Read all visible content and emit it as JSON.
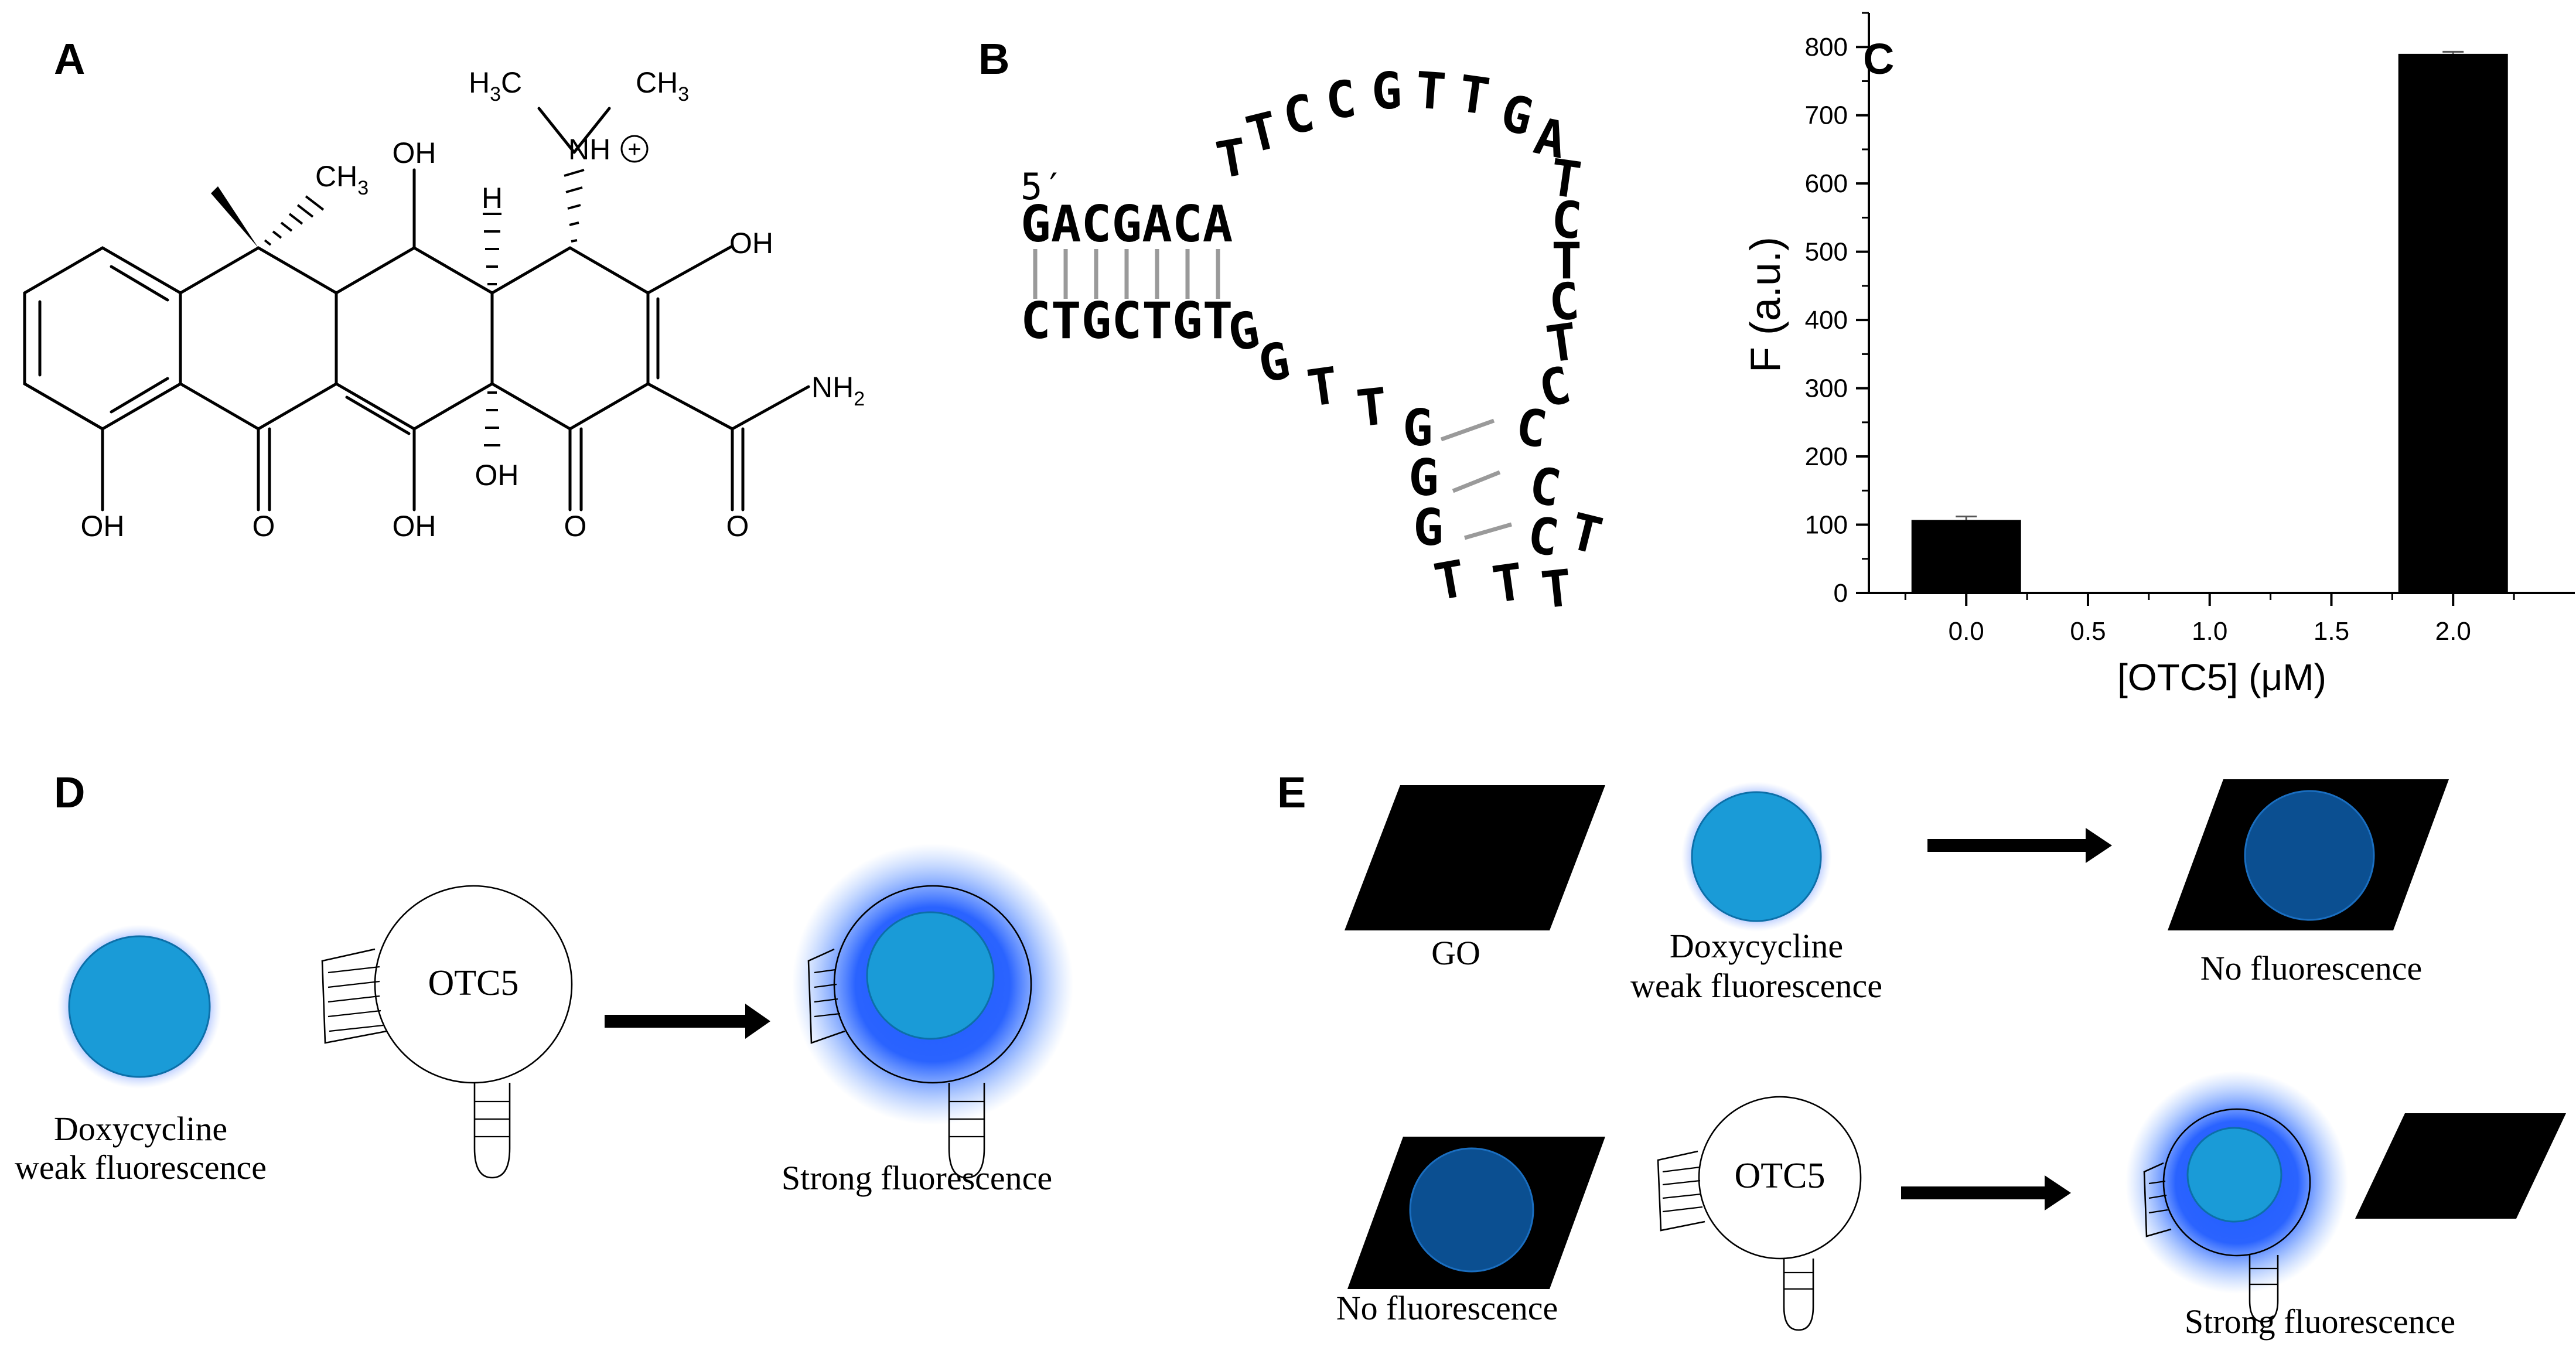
{
  "panels": {
    "a": "A",
    "b": "B",
    "c": "C",
    "d": "D",
    "e": "E"
  },
  "molecule": {
    "ch3_top_left": "H",
    "ch3_top_left_sub": "3",
    "ch3_top_left_c": "C",
    "ch3_top_right": "CH",
    "ch3_top_right_sub": "3",
    "nh": "NH",
    "plus": "+",
    "ch3_mid": "CH",
    "ch3_mid_sub": "3",
    "oh_top": "OH",
    "h_mid": "H",
    "oh_right": "OH",
    "nh2": "NH",
    "nh2_sub": "2",
    "oh_mid": "OH",
    "oh_bottom_left": "OH",
    "o_1": "O",
    "oh_bottom_mid": "OH",
    "o_2": "O",
    "o_3": "O"
  },
  "aptamer": {
    "five_prime": "5′",
    "top_strand": "GACGACA",
    "bottom_strand": "CTGCTGT",
    "loop_nts": [
      "T",
      "T",
      "C",
      "C",
      "G",
      "T",
      "T",
      "G",
      "A",
      "T",
      "C",
      "T",
      "C",
      "T",
      "C",
      "C",
      "C",
      "C",
      "T",
      "T",
      "T",
      "T",
      "G",
      "G",
      "G",
      "T",
      "T",
      "G",
      "G"
    ]
  },
  "chart_data": {
    "type": "bar",
    "x": [
      0.0,
      2.0
    ],
    "values": [
      107,
      790
    ],
    "errors": [
      5,
      3
    ],
    "xlabel": "[OTC5] (μM)",
    "ylabel": "F (a.u.)",
    "xlim": [
      -0.4,
      2.5
    ],
    "ylim": [
      0,
      850
    ],
    "xticks": [
      "0.0",
      "0.5",
      "1.0",
      "1.5",
      "2.0"
    ],
    "yticks": [
      "0",
      "100",
      "200",
      "300",
      "400",
      "500",
      "600",
      "700",
      "800"
    ],
    "bar_color": "#000000",
    "grid": false
  },
  "panel_d": {
    "doxy_label_1": "Doxycycline",
    "doxy_label_2": "weak fluorescence",
    "aptamer_label": "OTC5",
    "result_label": "Strong fluorescence"
  },
  "panel_e": {
    "go_label": "GO",
    "doxy_label_1": "Doxycycline",
    "doxy_label_2": "weak fluorescence",
    "no_fluor_top": "No fluorescence",
    "no_fluor_bottom": "No fluorescence",
    "aptamer_label": "OTC5",
    "strong_label": "Strong fluorescence"
  },
  "colors": {
    "doxycycline": "#1a9bd7",
    "quenched": "#0b4f91",
    "glow": "#1f5bff",
    "graphene_oxide": "#000000"
  }
}
